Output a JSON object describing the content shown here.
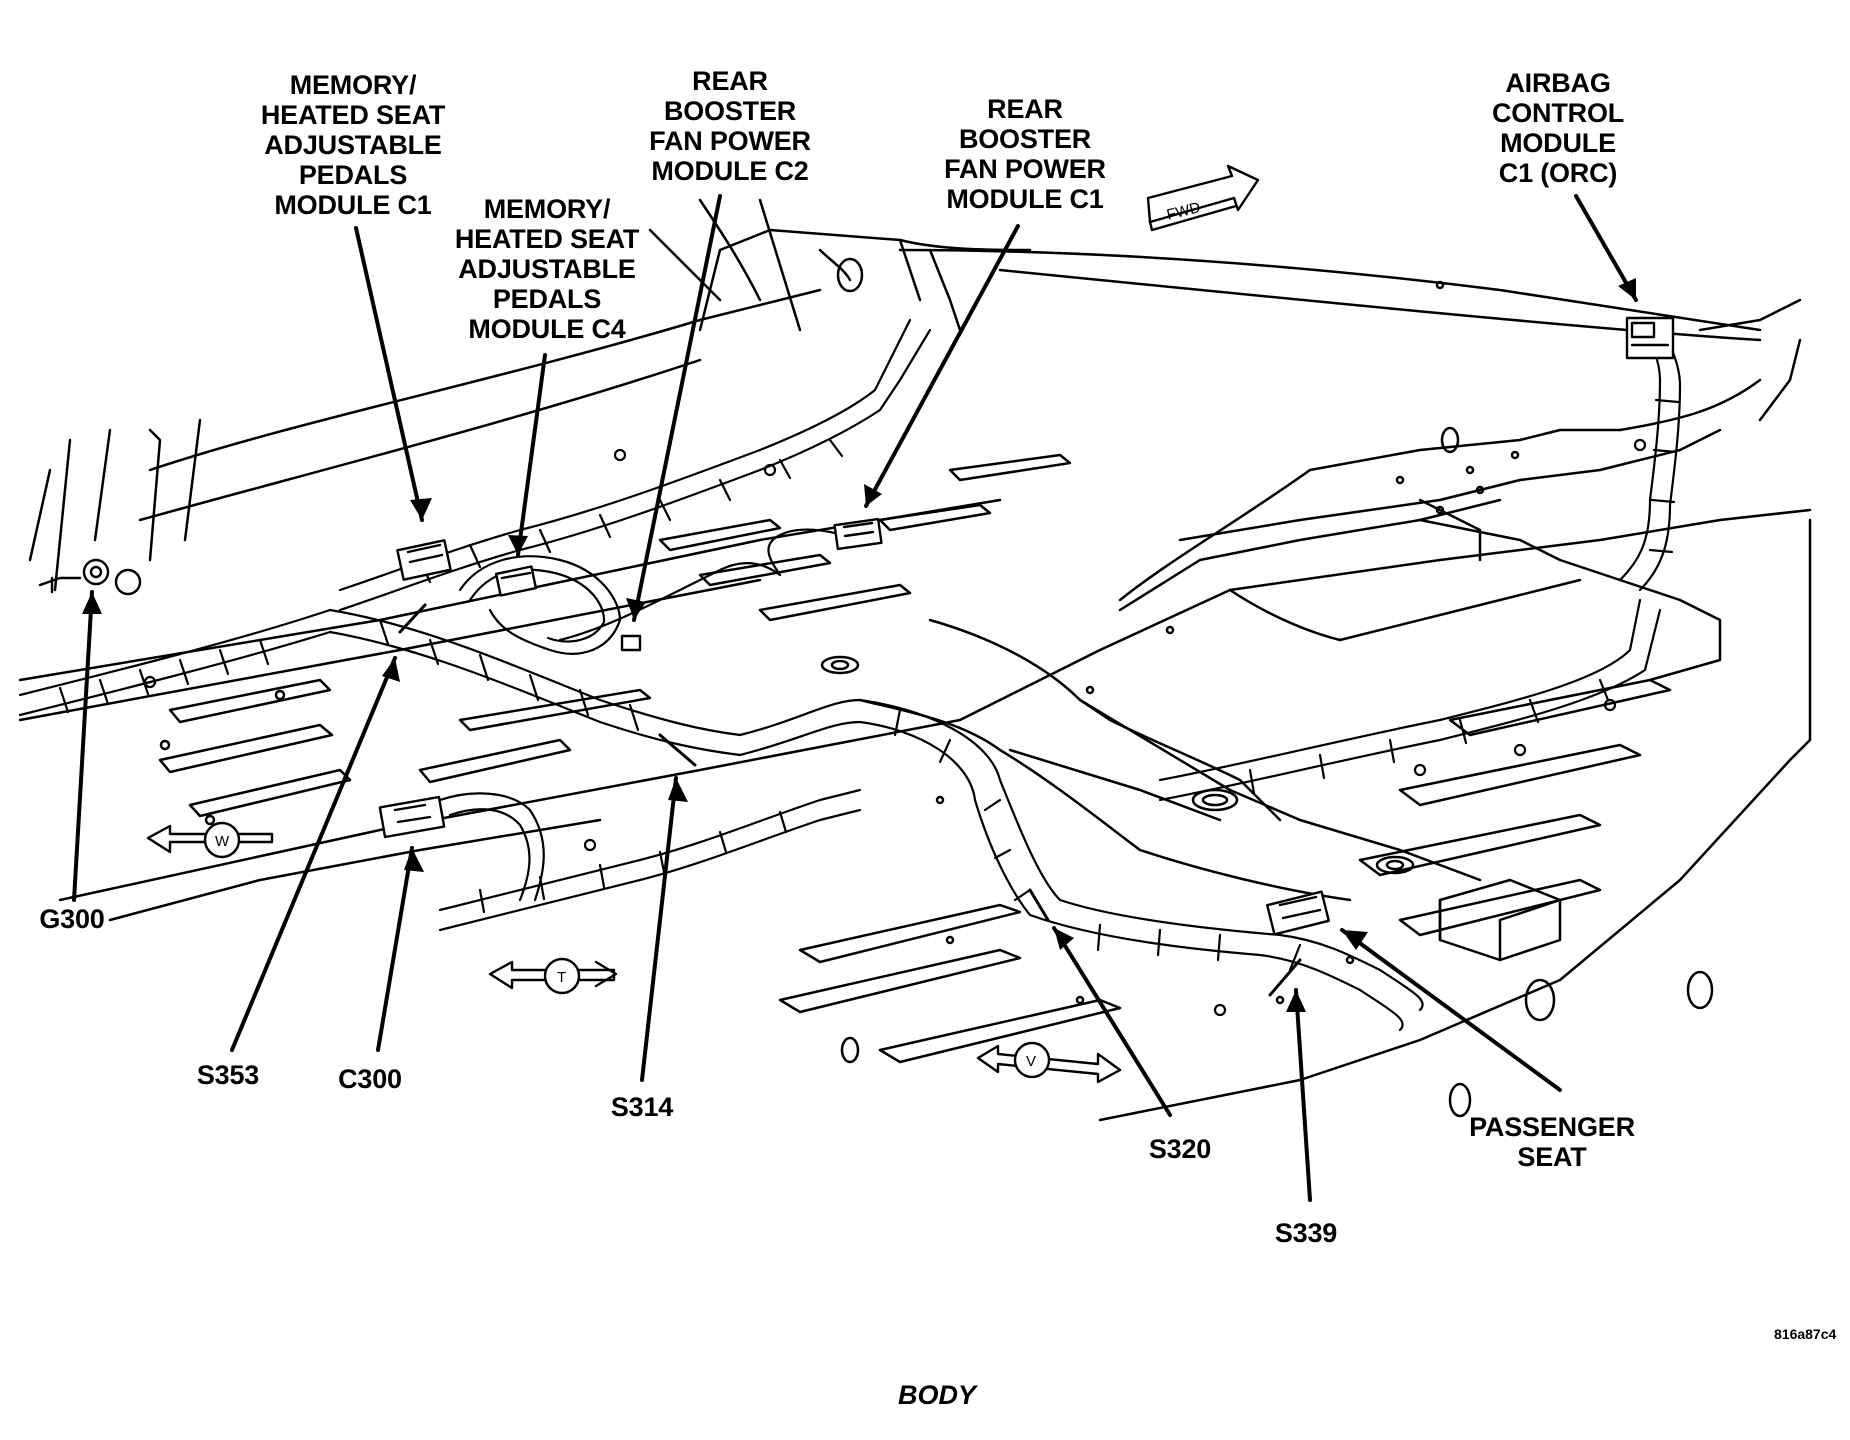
{
  "callouts": {
    "memory_c1": [
      "MEMORY/",
      "HEATED SEAT",
      "ADJUSTABLE",
      "PEDALS",
      "MODULE C1"
    ],
    "memory_c4": [
      "MEMORY/",
      "HEATED SEAT",
      "ADJUSTABLE",
      "PEDALS",
      "MODULE C4"
    ],
    "rear_booster_c2": [
      "REAR",
      "BOOSTER",
      "FAN POWER",
      "MODULE C2"
    ],
    "rear_booster_c1": [
      "REAR",
      "BOOSTER",
      "FAN POWER",
      "MODULE C1"
    ],
    "airbag": [
      "AIRBAG",
      "CONTROL",
      "MODULE",
      "C1 (ORC)"
    ],
    "g300": "G300",
    "s353": "S353",
    "c300": "C300",
    "s314": "S314",
    "s320": "S320",
    "s339": "S339",
    "passenger_seat": [
      "PASSENGER",
      "SEAT"
    ]
  },
  "direction_markers": {
    "fwd": "FWD",
    "w": "W",
    "t": "T",
    "v": "V"
  },
  "figure_id": "816a87c4",
  "caption": "BODY"
}
